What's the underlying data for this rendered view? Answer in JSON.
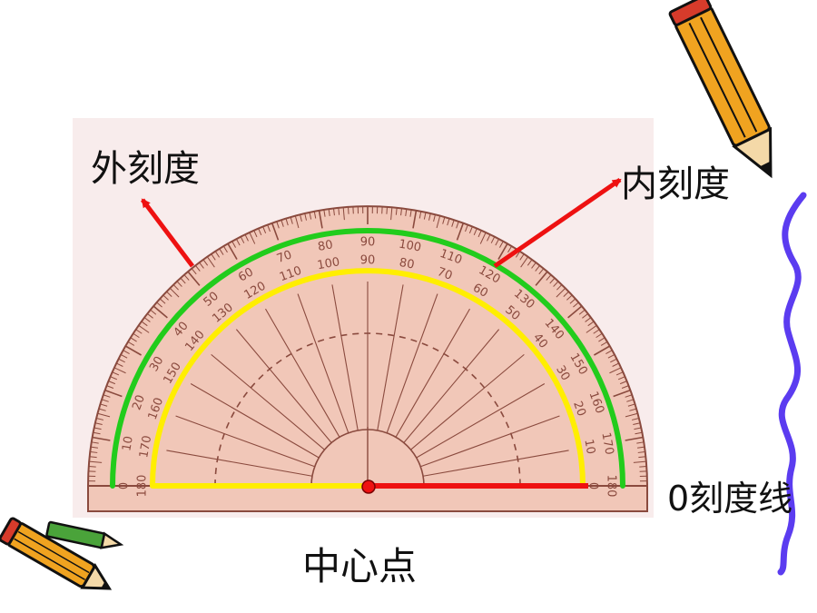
{
  "labels": {
    "outer_scale": "外刻度",
    "inner_scale": "内刻度",
    "zero_line": "0刻度线",
    "center_point": "中心点"
  },
  "protractor": {
    "outer_numbers": [
      "0",
      "10",
      "20",
      "30",
      "40",
      "50",
      "60",
      "70",
      "80",
      "90",
      "100",
      "110",
      "120",
      "130",
      "140",
      "150",
      "160",
      "170",
      "180"
    ],
    "inner_numbers": [
      "180",
      "170",
      "160",
      "150",
      "140",
      "130",
      "120",
      "110",
      "100",
      "90",
      "80",
      "70",
      "60",
      "50",
      "40",
      "30",
      "20",
      "10",
      "0"
    ]
  },
  "colors": {
    "protractor_fill": "#f1c7b8",
    "protractor_line": "#8a4a3e",
    "outer_scale_line": "#22cc1c",
    "inner_scale_line": "#ffee00",
    "zero_line": "#ee1111",
    "arrow": "#ee1111",
    "center_dot": "#ee1111",
    "squiggle": "#5b3cf0",
    "pencil_body": "#f0a320"
  },
  "icons": {
    "top_right": "pencil-icon",
    "bottom_left": "pencils-icon"
  }
}
